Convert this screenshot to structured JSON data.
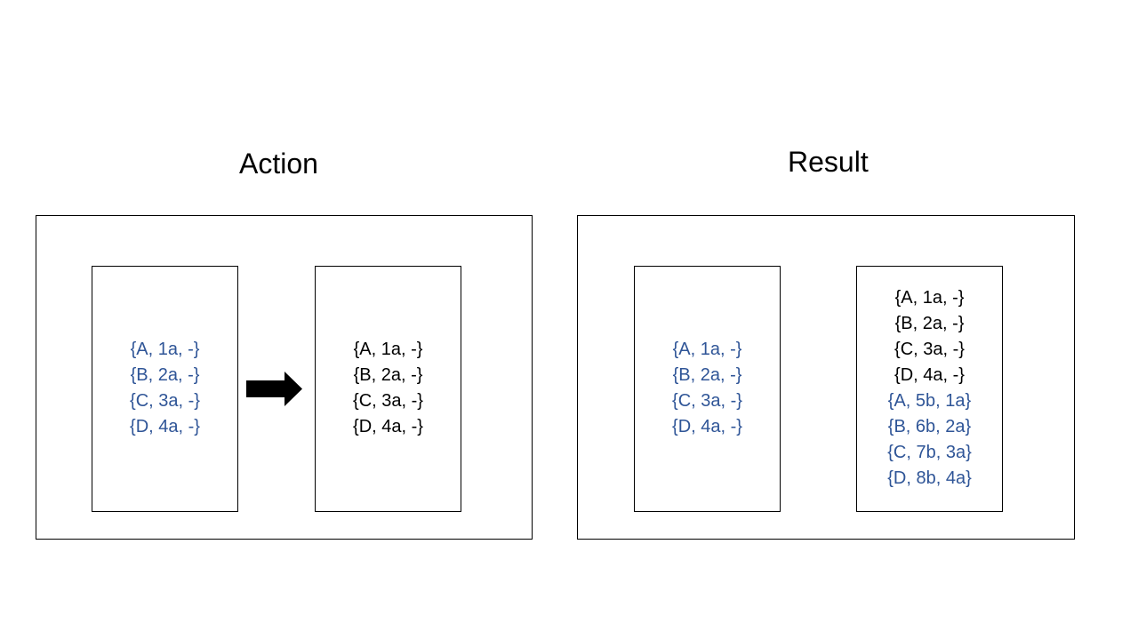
{
  "titles": {
    "action": "Action",
    "result": "Result"
  },
  "colors": {
    "blue": "#2f5597",
    "black": "#000000"
  },
  "action": {
    "source": [
      {
        "text": "{A, 1a, -}",
        "color": "blue"
      },
      {
        "text": "{B, 2a, -}",
        "color": "blue"
      },
      {
        "text": "{C, 3a, -}",
        "color": "blue"
      },
      {
        "text": "{D, 4a, -}",
        "color": "blue"
      }
    ],
    "target": [
      {
        "text": "{A, 1a, -}",
        "color": "black"
      },
      {
        "text": "{B, 2a, -}",
        "color": "black"
      },
      {
        "text": "{C, 3a, -}",
        "color": "black"
      },
      {
        "text": "{D, 4a, -}",
        "color": "black"
      }
    ]
  },
  "result": {
    "source": [
      {
        "text": "{A, 1a, -}",
        "color": "blue"
      },
      {
        "text": "{B, 2a, -}",
        "color": "blue"
      },
      {
        "text": "{C, 3a, -}",
        "color": "blue"
      },
      {
        "text": "{D, 4a, -}",
        "color": "blue"
      }
    ],
    "target": [
      {
        "text": "{A, 1a, -}",
        "color": "black"
      },
      {
        "text": "{B, 2a, -}",
        "color": "black"
      },
      {
        "text": "{C, 3a, -}",
        "color": "black"
      },
      {
        "text": "{D, 4a, -}",
        "color": "black"
      },
      {
        "text": "{A, 5b, 1a}",
        "color": "blue"
      },
      {
        "text": "{B, 6b, 2a}",
        "color": "blue"
      },
      {
        "text": "{C, 7b, 3a}",
        "color": "blue"
      },
      {
        "text": "{D, 8b, 4a}",
        "color": "blue"
      }
    ]
  }
}
